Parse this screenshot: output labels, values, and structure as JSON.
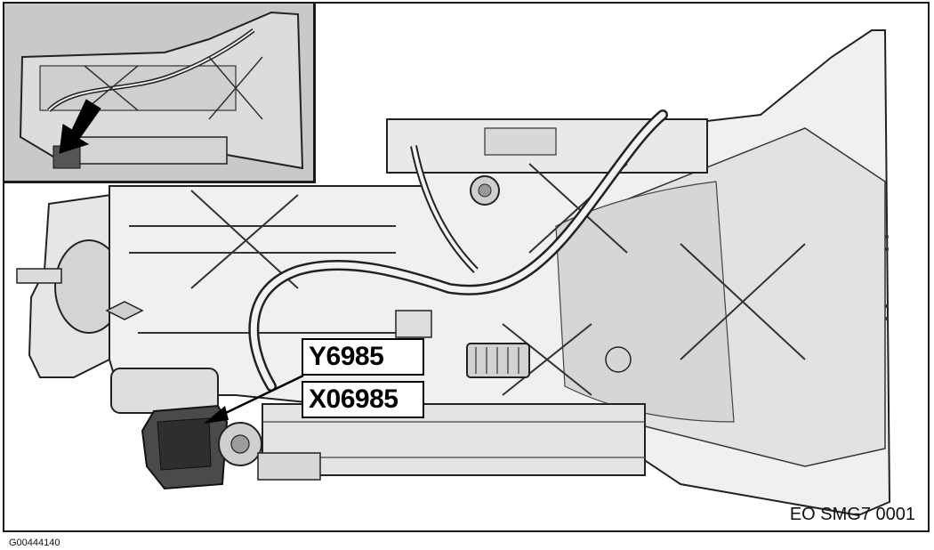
{
  "callouts": {
    "component_id": "Y6985",
    "connector_id": "X06985"
  },
  "drawing_code": "EO SMG7 0001",
  "figure_number": "G00444140"
}
